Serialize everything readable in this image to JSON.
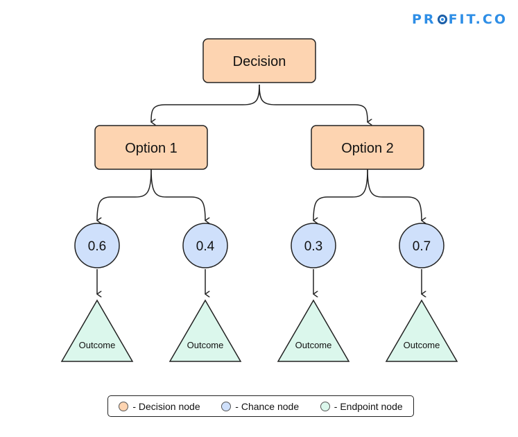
{
  "logo": {
    "pre": "PR",
    "post": "FIT.CO"
  },
  "colors": {
    "decision_fill": "#fdd4b1",
    "chance_fill": "#cfe0fb",
    "endpoint_fill": "#dbf7ec",
    "stroke": "#222222"
  },
  "tree": {
    "root": "Decision",
    "options": [
      {
        "label": "Option 1",
        "chances": [
          {
            "prob": "0.6",
            "outcome": "Outcome"
          },
          {
            "prob": "0.4",
            "outcome": "Outcome"
          }
        ]
      },
      {
        "label": "Option 2",
        "chances": [
          {
            "prob": "0.3",
            "outcome": "Outcome"
          },
          {
            "prob": "0.7",
            "outcome": "Outcome"
          }
        ]
      }
    ]
  },
  "legend": {
    "decision": "- Decision node",
    "chance": "- Chance node",
    "endpoint": "- Endpoint node"
  }
}
